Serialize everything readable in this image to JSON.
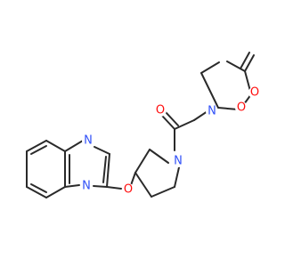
{
  "molecule": {
    "atoms": {
      "O_carbonyl_amide": {
        "symbol": "O",
        "color": "#ff0d0d"
      },
      "N_oxazolidinone": {
        "symbol": "N",
        "color": "#3050f8"
      },
      "O_ring": {
        "symbol": "O",
        "color": "#ff0d0d"
      },
      "O_carbonyl_ring": {
        "symbol": "O",
        "color": "#ff0d0d"
      },
      "N_pyrrolidine": {
        "symbol": "N",
        "color": "#3050f8"
      },
      "O_ether": {
        "symbol": "O",
        "color": "#ff0d0d"
      },
      "N_quinox_top": {
        "symbol": "N",
        "color": "#3050f8"
      },
      "N_quinox_bottom": {
        "symbol": "N",
        "color": "#3050f8"
      }
    },
    "bond_color": "#2a2a2a",
    "background": "#ffffff"
  }
}
